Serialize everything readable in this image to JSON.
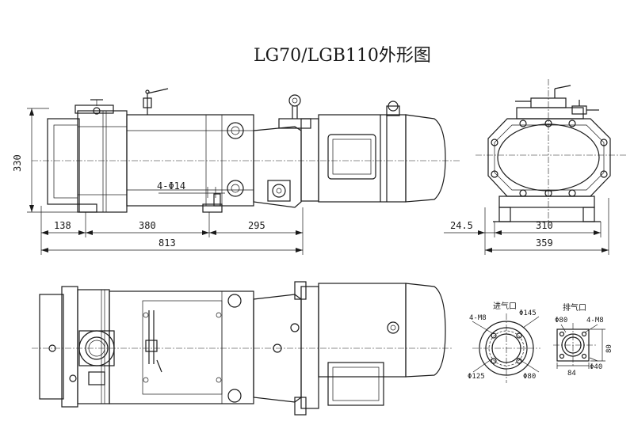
{
  "title": "LG70/LGB110外形图",
  "dimensions": {
    "height": "330",
    "seg1": "138",
    "seg2": "380",
    "seg3": "295",
    "total": "813",
    "holes": "4-Φ14",
    "side_offset": "24.5",
    "side_width": "310",
    "side_total": "359"
  },
  "inlet": {
    "label": "进气口",
    "bolts": "4-M8",
    "d_outer": "Φ145",
    "d_pcd": "Φ125",
    "d_inner": "Φ80"
  },
  "outlet": {
    "label": "排气口",
    "d_bore": "Φ80",
    "bolts": "4-M8",
    "side": "80",
    "width": "84",
    "d_hole": "Φ40"
  }
}
